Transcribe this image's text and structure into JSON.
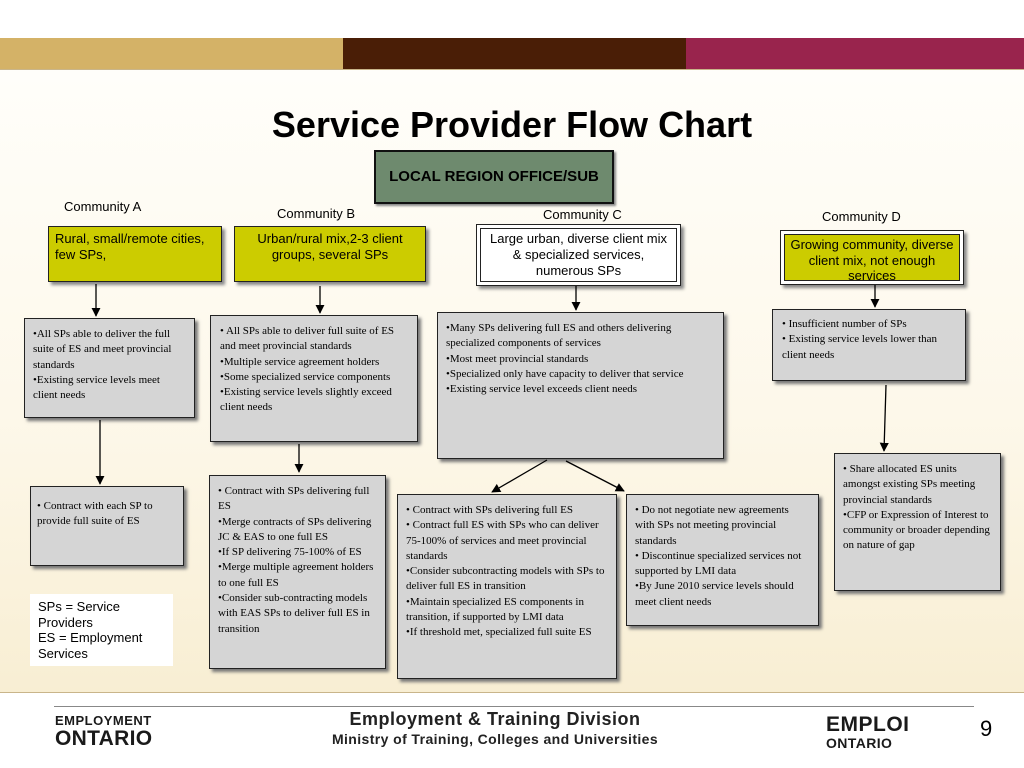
{
  "colors": {
    "band_tan": "#d4b267",
    "band_brown": "#4a1e06",
    "band_maroon": "#99244d",
    "header_box": "#6e8a6e",
    "community_box": "#cccc00",
    "detail_box": "#d5d5d5"
  },
  "title": "Service Provider Flow Chart",
  "local_office": "LOCAL REGION OFFICE/SUB",
  "communities": {
    "a": {
      "label": "Community A",
      "description": "Rural, small/remote cities, few SPs,",
      "detail": [
        "•All SPs able to deliver  the full suite of ES and meet provincial standards",
        "•Existing service levels meet client needs"
      ],
      "actions": [
        "•  Contract with each SP to provide full suite of ES"
      ]
    },
    "b": {
      "label": "Community B",
      "description": "Urban/rural mix,2-3 client groups, several SPs",
      "detail": [
        "• All SPs able to deliver full suite of ES and meet provincial standards",
        "•Multiple service agreement  holders",
        "•Some specialized service components",
        "•Existing service levels slightly exceed client needs"
      ],
      "actions": [
        "• Contract with SPs delivering full ES",
        "•Merge contracts of SPs delivering JC & EAS to one full ES",
        "•If SP delivering 75-100% of ES",
        "•Merge multiple agreement holders to one full ES",
        "•Consider sub-contracting models with EAS SPs to deliver full ES in transition"
      ]
    },
    "c": {
      "label": "Community C",
      "description": "Large urban, diverse client mix & specialized services, numerous SPs",
      "detail": [
        "•Many SPs delivering full ES and others delivering specialized components of services",
        "•Most meet provincial standards",
        "•Specialized only have capacity to deliver that service",
        "•Existing service level exceeds client needs"
      ],
      "actions_left": [
        "• Contract with SPs delivering full ES",
        "• Contract full ES with SPs who can deliver 75-100% of services and meet provincial standards",
        "•Consider subcontracting  models with SPs to deliver full ES in transition",
        "•Maintain specialized ES components in transition, if supported by LMI data",
        "•If threshold met, specialized full suite ES"
      ],
      "actions_right": [
        "• Do not negotiate new agreements with SPs not meeting provincial standards",
        "• Discontinue specialized services not supported by LMI data",
        "•By June 2010 service levels should meet client needs"
      ]
    },
    "d": {
      "label": "Community D",
      "description": "Growing community, diverse client mix, not enough services",
      "detail": [
        "• Insufficient number of SPs",
        "• Existing service levels lower than client needs"
      ],
      "actions": [
        "• Share allocated ES units amongst existing SPs meeting provincial standards",
        "•CFP or Expression of Interest to community or broader depending on nature of gap"
      ]
    }
  },
  "legend": [
    "SPs = Service Providers",
    "ES = Employment Services"
  ],
  "footer": {
    "logo_left": [
      "EMPLOYMENT",
      "ONTARIO"
    ],
    "title": "Employment & Training Division",
    "subtitle": "Ministry of Training, Colleges and Universities",
    "logo_right": [
      "EMPLOI",
      "ONTARIO"
    ],
    "page_number": "9"
  }
}
